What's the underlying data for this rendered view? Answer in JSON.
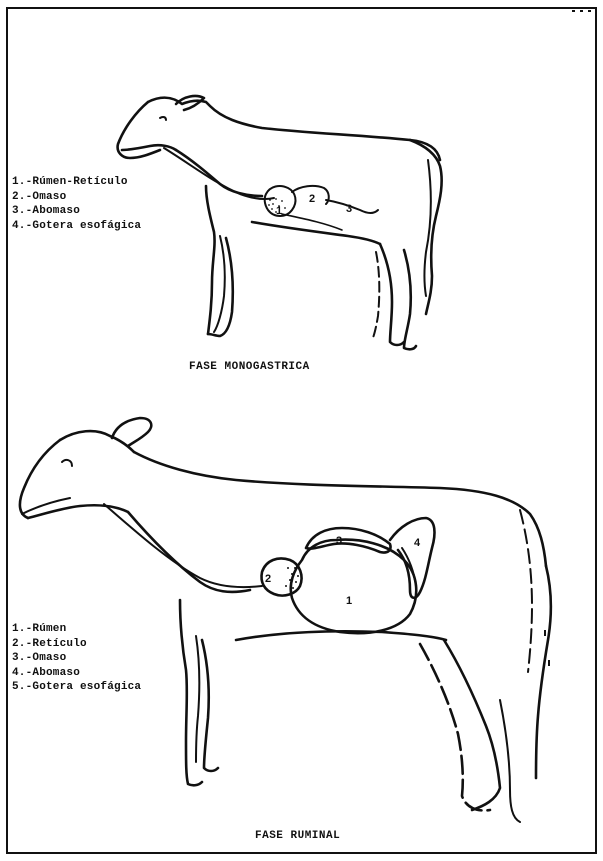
{
  "top_figure": {
    "legend": [
      "1.-Rúmen-Retículo",
      "2.-Omaso",
      "3.-Abomaso",
      "4.-Gotera esofágica"
    ],
    "stomach_labels": [
      "1",
      "2",
      "3"
    ],
    "caption": "FASE MONOGASTRICA"
  },
  "bottom_figure": {
    "legend": [
      "1.-Rúmen",
      "2.-Retículo",
      "3.-Omaso",
      "4.-Abomaso",
      "5.-Gotera esofágica"
    ],
    "stomach_labels": [
      "1",
      "2",
      "3",
      "4"
    ],
    "caption": "FASE RUMINAL"
  }
}
